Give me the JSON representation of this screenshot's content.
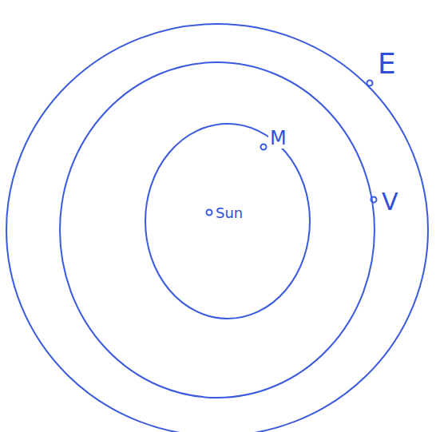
{
  "diagram": {
    "labels": [
      "Sun",
      "M",
      "V",
      "E"
    ]
  }
}
